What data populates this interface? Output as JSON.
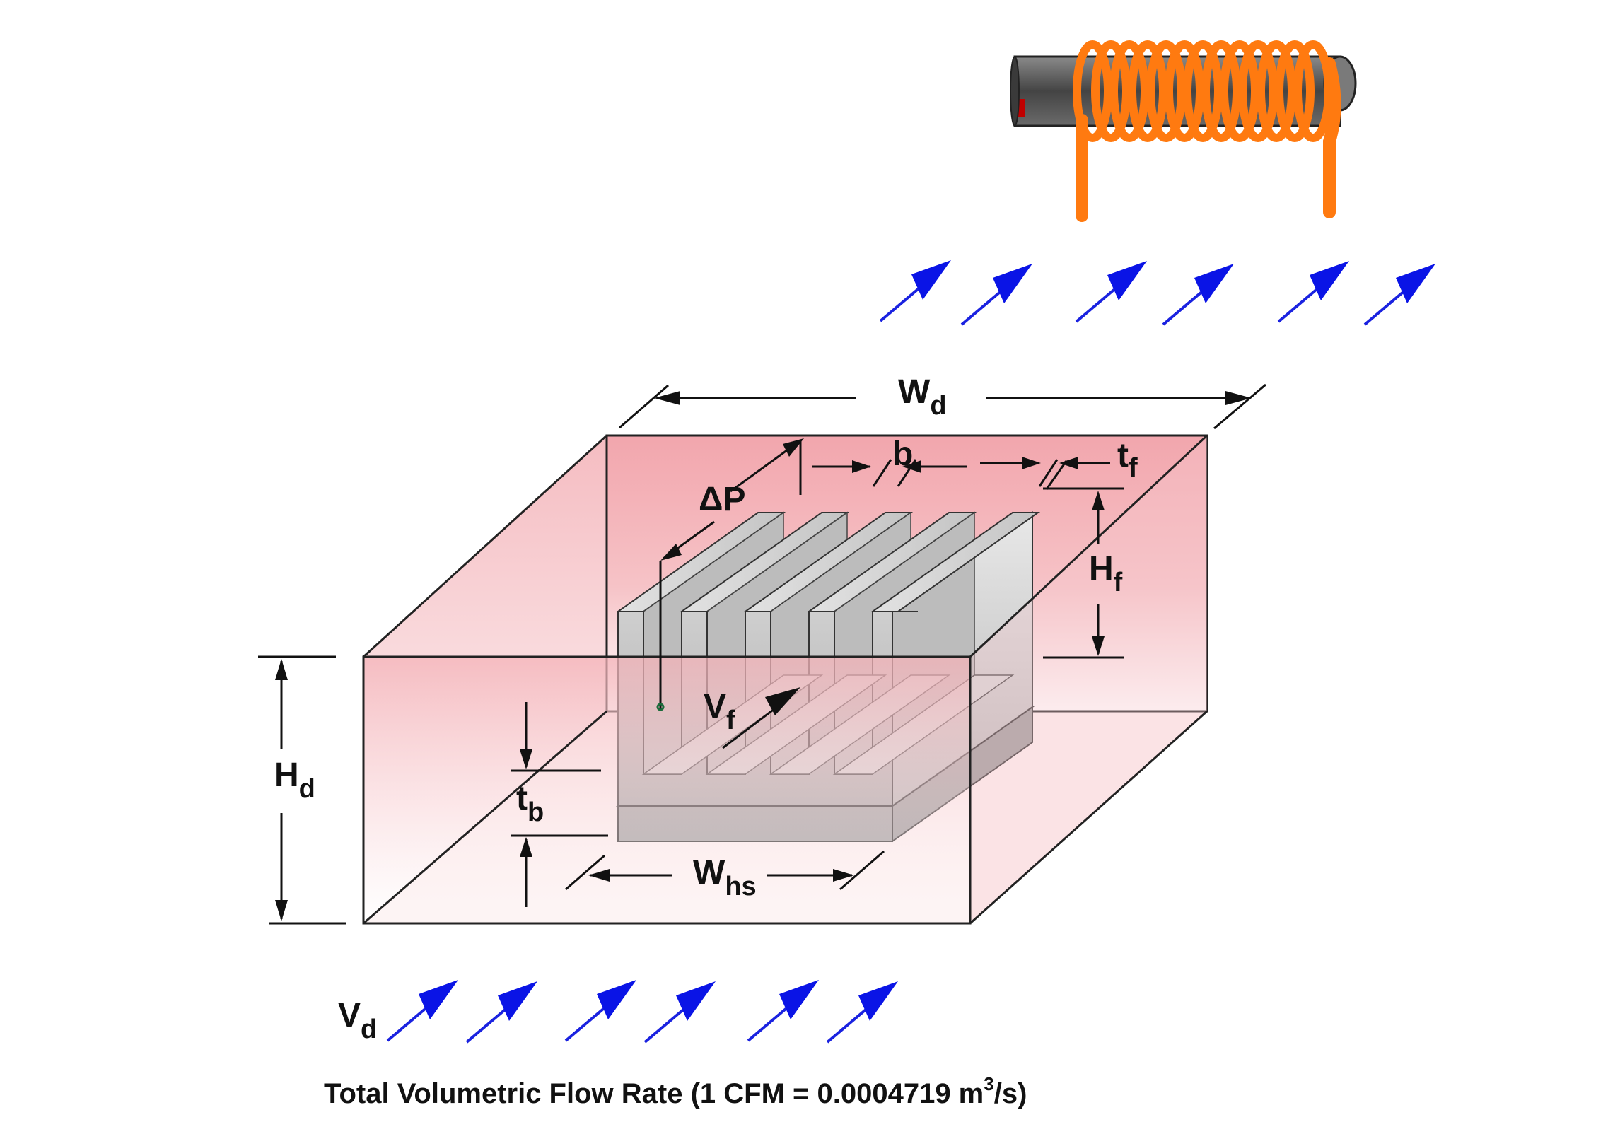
{
  "diagram": {
    "labels": {
      "wd": {
        "main": "W",
        "sub": "d"
      },
      "b": {
        "main": "b"
      },
      "tf": {
        "main": "t",
        "sub": "f"
      },
      "dp": {
        "main": "ΔP"
      },
      "hf": {
        "main": "H",
        "sub": "f"
      },
      "vf": {
        "main": "V",
        "sub": "f"
      },
      "hd": {
        "main": "H",
        "sub": "d"
      },
      "tb": {
        "main": "t",
        "sub": "b"
      },
      "whs": {
        "main": "W",
        "sub": "hs"
      },
      "vd": {
        "main": "V",
        "sub": "d"
      }
    },
    "caption": {
      "prefix": "Total Volumetric Flow Rate (1 CFM = 0.0004719 m",
      "sup": "3",
      "suffix": "/s)"
    },
    "icons": [
      "coil-icon",
      "airflow-arrow-icon"
    ],
    "colors": {
      "duct_tint": "#f0a0a8",
      "heat_sink": "#c8c8c8",
      "coil": "#ff7a10",
      "core": "#555555",
      "airflow": "#0a14e6",
      "line": "#111111"
    }
  }
}
